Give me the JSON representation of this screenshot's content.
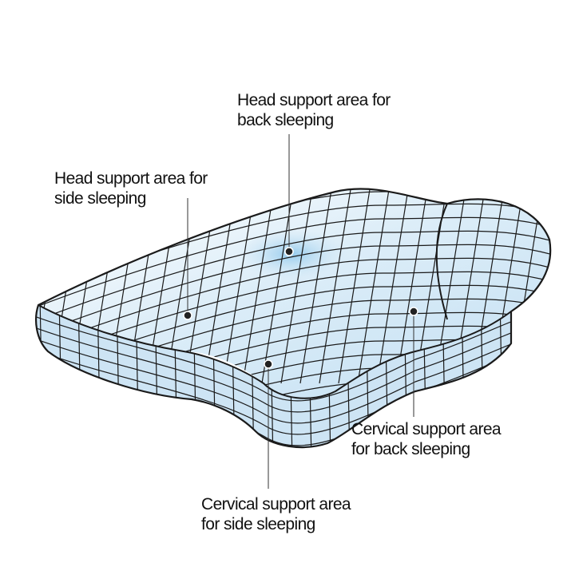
{
  "labels": {
    "head_back": {
      "line1": "Head support area for",
      "line2": "back sleeping"
    },
    "head_side": {
      "line1": "Head support area for",
      "line2": "side sleeping"
    },
    "cervical_back": {
      "line1": "Cervical support area",
      "line2": "for back sleeping"
    },
    "cervical_side": {
      "line1": "Cervical support area",
      "line2": "for side sleeping"
    }
  },
  "colors": {
    "outline": "#1a1a1a",
    "foam_tint": "#cfe6f5",
    "highlight": "#9fd0ef"
  }
}
